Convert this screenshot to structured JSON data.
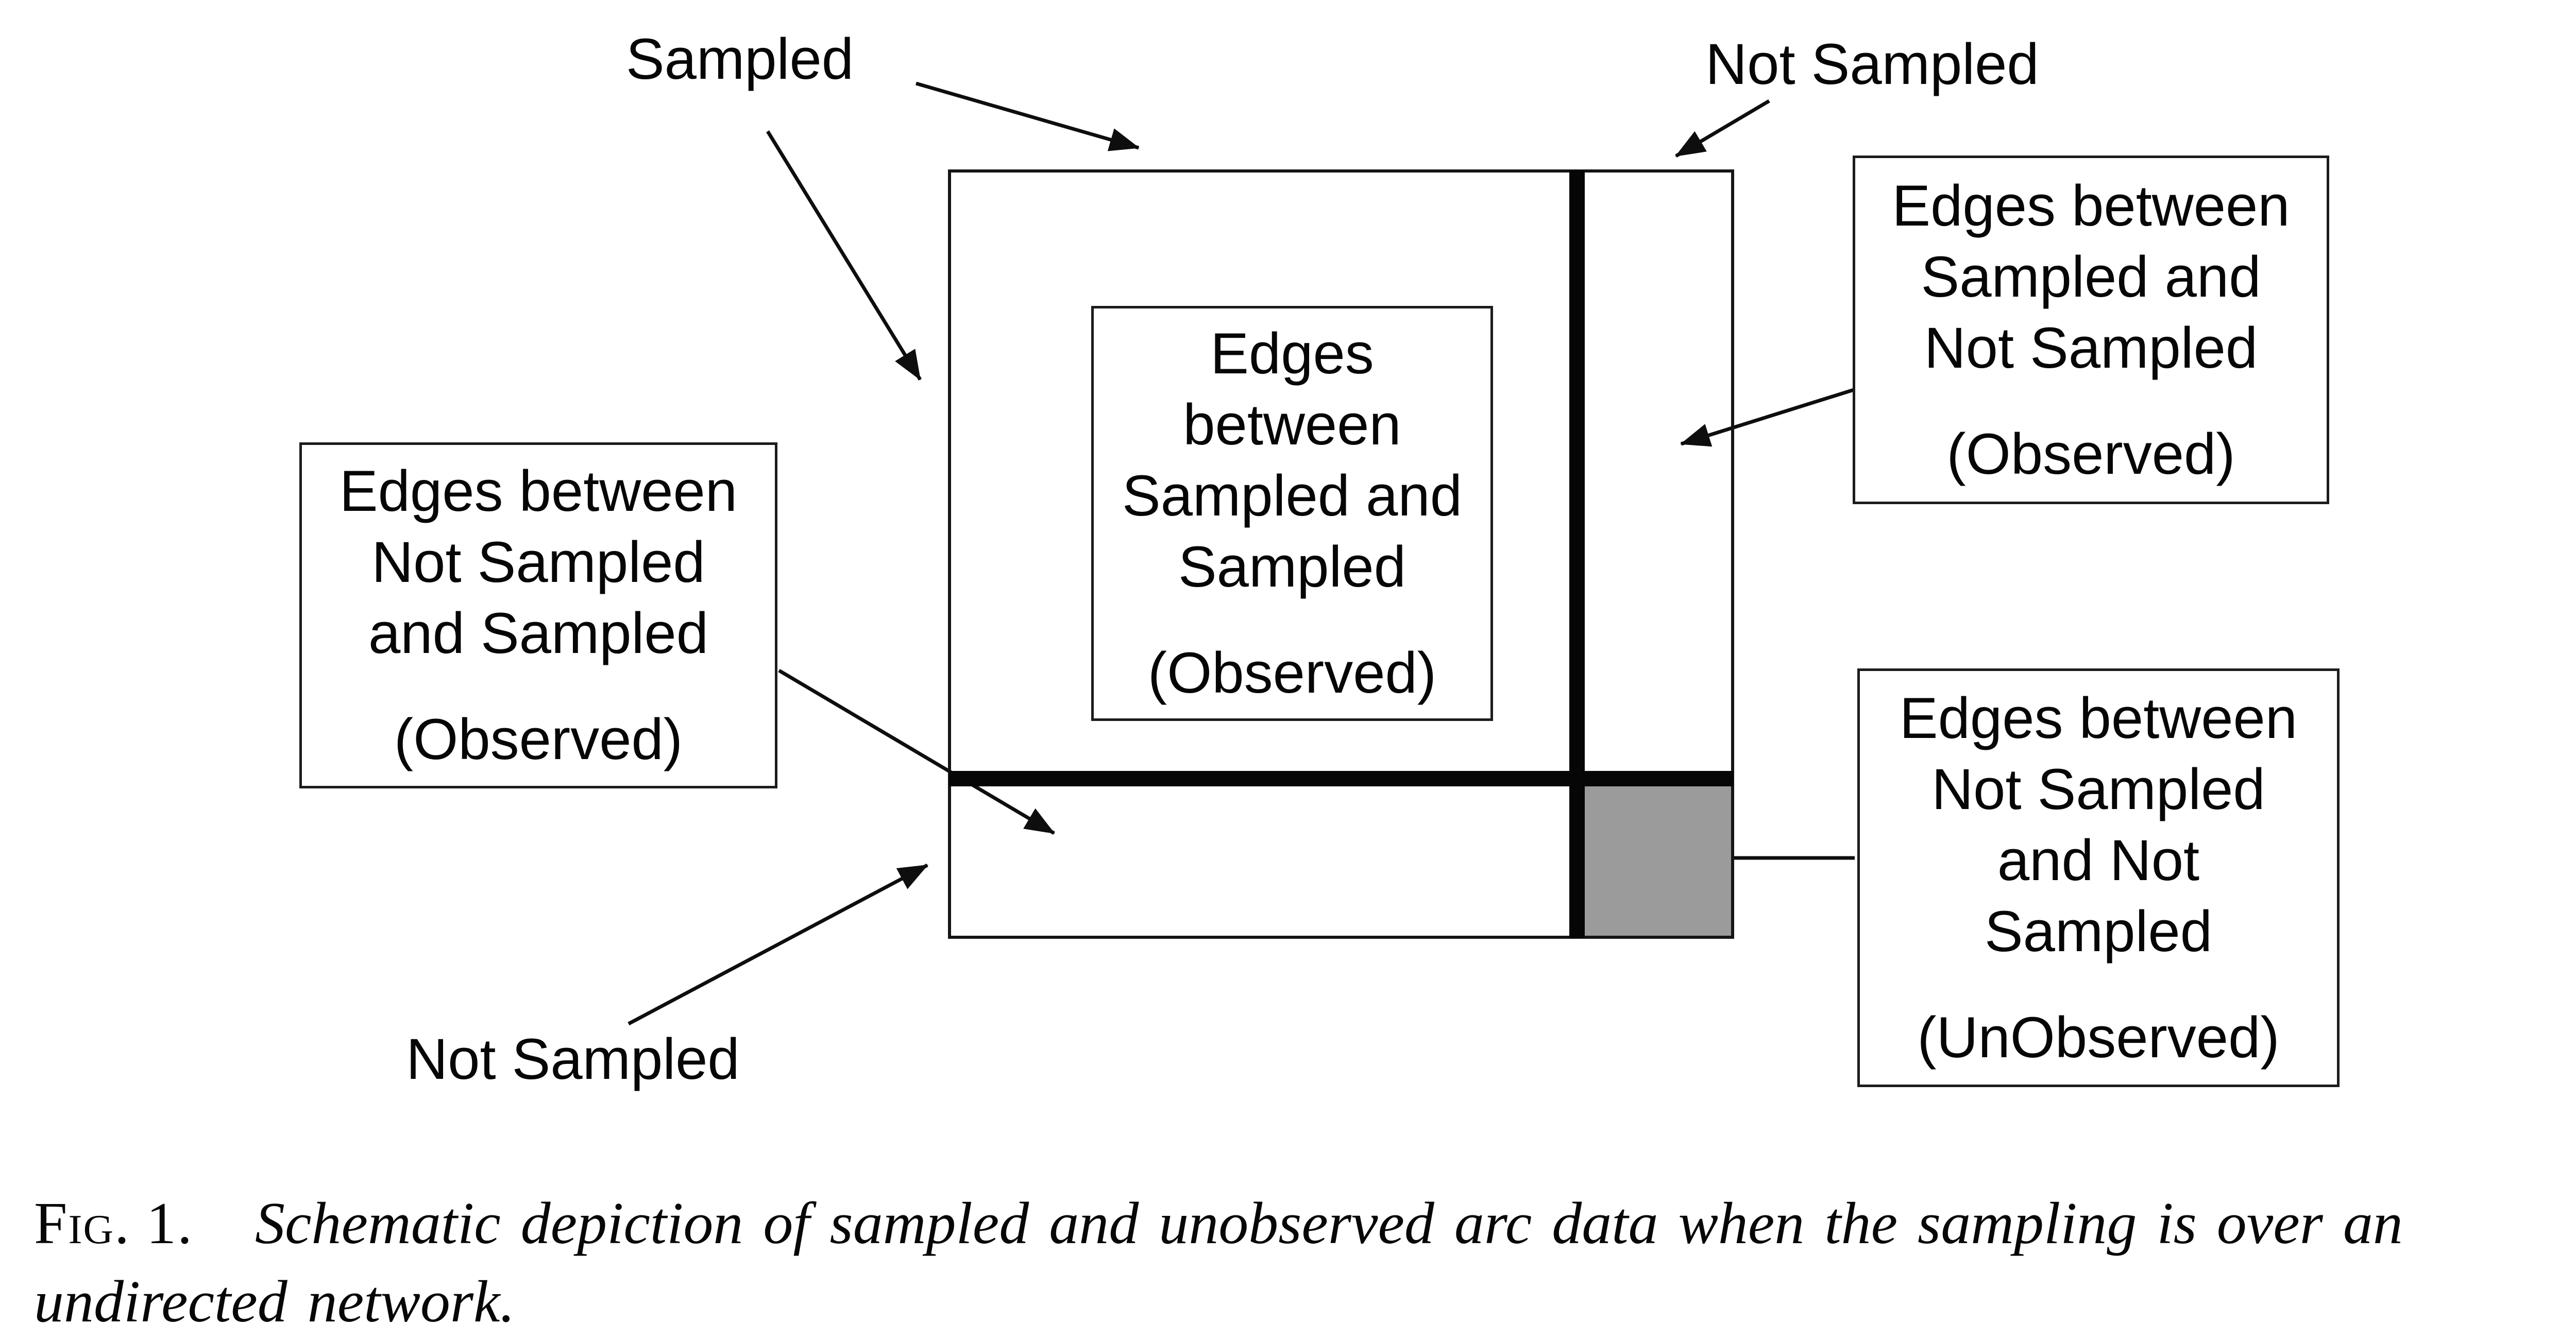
{
  "figure": {
    "labels": {
      "sampled": "Sampled",
      "not_sampled_top": "Not Sampled",
      "not_sampled_bottom": "Not Sampled"
    },
    "cells": {
      "observed_main": {
        "lines": [
          "Edges",
          "between",
          "Sampled and",
          "Sampled"
        ],
        "status": "(Observed)"
      },
      "left_callout": {
        "lines": [
          "Edges between",
          "Not Sampled",
          "and Sampled"
        ],
        "status": "(Observed)"
      },
      "right_top_callout": {
        "lines": [
          "Edges between",
          "Sampled and",
          "Not Sampled"
        ],
        "status": "(Observed)"
      },
      "right_bottom_callout": {
        "lines": [
          "Edges between",
          "Not Sampled",
          "and Not",
          "Sampled"
        ],
        "status": "(UnObserved)"
      }
    },
    "colors": {
      "unobserved_fill": "#9b9b9b",
      "ink": "#0a0a0a"
    }
  },
  "caption": {
    "label": "Fig. 1.",
    "line1": "Schematic depiction of sampled and unobserved arc data when the sampling is over an",
    "line2": "undirected network."
  }
}
